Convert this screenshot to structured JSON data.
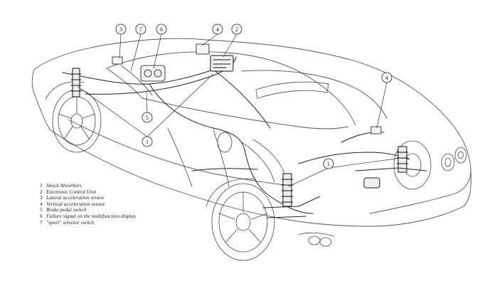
{
  "legend": [
    {
      "num": "1",
      "text": "Shock Absorbers"
    },
    {
      "num": "2",
      "text": "Electronic Control Unit"
    },
    {
      "num": "3",
      "text": "Lateral acceleration sensor"
    },
    {
      "num": "4",
      "text": "Vertical acceleration sensor"
    },
    {
      "num": "5",
      "text": "Brake pedal switch"
    },
    {
      "num": "6",
      "text": "Failure signal on the multifunction display"
    },
    {
      "num": "7",
      "text": "\"sport\" selector switch"
    }
  ],
  "callouts": [
    "3",
    "7",
    "6",
    "4",
    "2",
    "4",
    "5",
    "1",
    "1"
  ]
}
